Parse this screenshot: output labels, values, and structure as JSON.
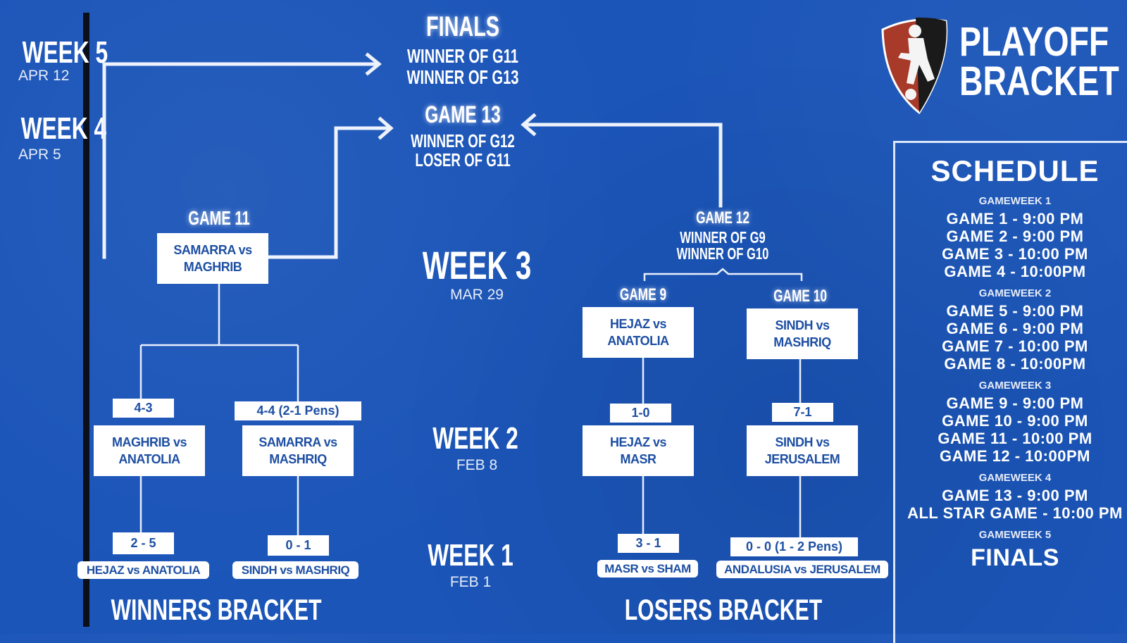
{
  "title": {
    "line1": "PLAYOFF",
    "line2": "BRACKET"
  },
  "weeks": [
    {
      "label": "WEEK 5",
      "date": "APR 12"
    },
    {
      "label": "WEEK 4",
      "date": "APR 5"
    },
    {
      "label": "WEEK 3",
      "date": "MAR 29"
    },
    {
      "label": "WEEK 2",
      "date": "FEB 8"
    },
    {
      "label": "WEEK 1",
      "date": "FEB 1"
    }
  ],
  "finals": {
    "title": "FINALS",
    "line1": "WINNER OF G11",
    "line2": "WINNER OF G13"
  },
  "game13": {
    "title": "GAME 13",
    "line1": "WINNER OF G12",
    "line2": "LOSER  OF G11"
  },
  "game12": {
    "title": "GAME 12",
    "line1": "WINNER OF G9",
    "line2": "WINNER OF G10"
  },
  "winners": {
    "label": "WINNERS BRACKET",
    "game11": {
      "title": "GAME 11",
      "match": "SAMARRA vs MAGHRIB"
    },
    "week2": [
      {
        "score": "4-3",
        "match": "MAGHRIB vs ANATOLIA"
      },
      {
        "score": "4-4 (2-1 Pens)",
        "match": "SAMARRA vs MASHRIQ"
      }
    ],
    "week1": [
      {
        "score": "2 - 5",
        "match": "HEJAZ vs ANATOLIA"
      },
      {
        "score": "0 - 1",
        "match": "SINDH vs MASHRIQ"
      }
    ]
  },
  "losers": {
    "label": "LOSERS BRACKET",
    "game9": {
      "title": "GAME 9",
      "match": "HEJAZ vs ANATOLIA"
    },
    "game10": {
      "title": "GAME 10",
      "match": "SINDH vs MASHRIQ"
    },
    "week2": [
      {
        "score": "1-0",
        "match": "HEJAZ vs MASR"
      },
      {
        "score": "7-1",
        "match": "SINDH vs JERUSALEM"
      }
    ],
    "week1": [
      {
        "score": "3 - 1",
        "match": "MASR vs SHAM"
      },
      {
        "score": "0 - 0 (1 - 2 Pens)",
        "match": "ANDALUSIA vs JERUSALEM"
      }
    ]
  },
  "schedule": {
    "title": "SCHEDULE",
    "groups": [
      {
        "heading": "GAMEWEEK 1",
        "games": [
          "GAME 1 - 9:00 PM",
          "GAME 2 - 9:00 PM",
          "GAME 3 - 10:00 PM",
          "GAME 4 - 10:00PM"
        ]
      },
      {
        "heading": "GAMEWEEK 2",
        "games": [
          "GAME 5 - 9:00 PM",
          "GAME 6 - 9:00 PM",
          "GAME 7 - 10:00 PM",
          "GAME 8 - 10:00PM"
        ]
      },
      {
        "heading": "GAMEWEEK 3",
        "games": [
          "GAME 9 - 9:00 PM",
          "GAME 10 - 9:00 PM",
          "GAME 11 - 10:00 PM",
          "GAME 12 - 10:00PM"
        ]
      },
      {
        "heading": "GAMEWEEK 4",
        "games": [
          "GAME 13 - 9:00 PM",
          "ALL STAR GAME - 10:00 PM"
        ]
      },
      {
        "heading": "GAMEWEEK 5",
        "games": [
          "FINALS"
        ]
      }
    ]
  },
  "colors": {
    "background": "#1b55b8",
    "box_text": "#1d4fa3",
    "shield_red": "#a83a2a",
    "shield_black": "#1a1a1a"
  }
}
